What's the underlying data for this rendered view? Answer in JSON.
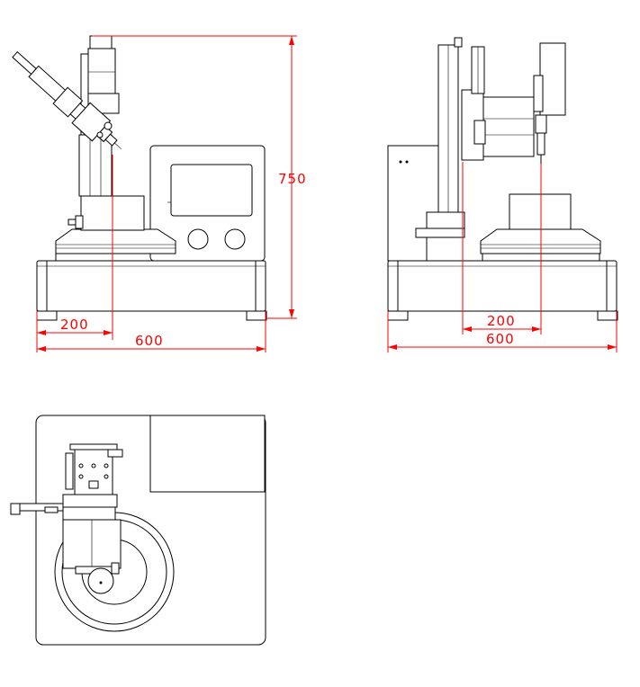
{
  "colors": {
    "line": "#000000",
    "dimension": "#ff0000",
    "background": "#ffffff"
  },
  "front_view": {
    "dims": {
      "height": "750",
      "offset": "200",
      "width": "600"
    }
  },
  "side_view": {
    "dims": {
      "offset": "200",
      "width": "600"
    }
  },
  "top_view": {}
}
